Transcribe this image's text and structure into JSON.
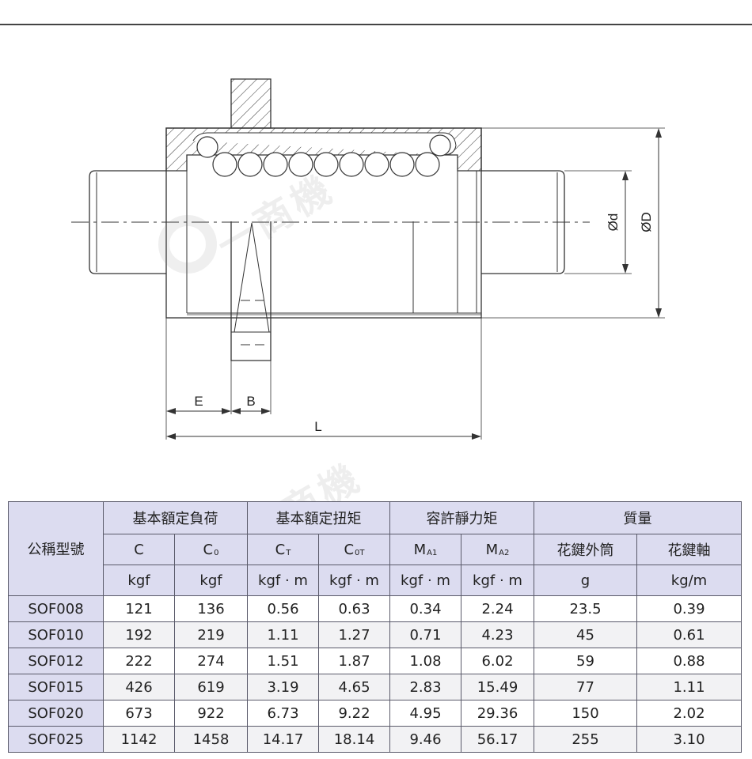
{
  "drawing": {
    "labels": {
      "dia_d": "Ød",
      "dia_D": "ØD",
      "E": "E",
      "B": "B",
      "L": "L"
    },
    "watermark": "一商機"
  },
  "table": {
    "model_header": "公稱型號",
    "groups": [
      "基本額定負荷",
      "基本額定扭矩",
      "容許靜力矩",
      "質量"
    ],
    "symbols": [
      {
        "main": "C",
        "sub": ""
      },
      {
        "main": "C",
        "sub": "0"
      },
      {
        "main": "C",
        "sub": "T"
      },
      {
        "main": "C",
        "sub": "0T"
      },
      {
        "main": "M",
        "sub": "A1"
      },
      {
        "main": "M",
        "sub": "A2"
      },
      {
        "main": "花鍵外筒",
        "sub": ""
      },
      {
        "main": "花鍵軸",
        "sub": ""
      }
    ],
    "units": [
      "kgf",
      "kgf",
      "kgf · m",
      "kgf · m",
      "kgf · m",
      "kgf · m",
      "g",
      "kg/m"
    ],
    "rows": [
      [
        "SOF008",
        "121",
        "136",
        "0.56",
        "0.63",
        "0.34",
        "2.24",
        "23.5",
        "0.39"
      ],
      [
        "SOF010",
        "192",
        "219",
        "1.11",
        "1.27",
        "0.71",
        "4.23",
        "45",
        "0.61"
      ],
      [
        "SOF012",
        "222",
        "274",
        "1.51",
        "1.87",
        "1.08",
        "6.02",
        "59",
        "0.88"
      ],
      [
        "SOF015",
        "426",
        "619",
        "3.19",
        "4.65",
        "2.83",
        "15.49",
        "77",
        "1.11"
      ],
      [
        "SOF020",
        "673",
        "922",
        "6.73",
        "9.22",
        "4.95",
        "29.36",
        "150",
        "2.02"
      ],
      [
        "SOF025",
        "1142",
        "1458",
        "14.17",
        "18.14",
        "9.46",
        "56.17",
        "255",
        "3.10"
      ]
    ]
  }
}
